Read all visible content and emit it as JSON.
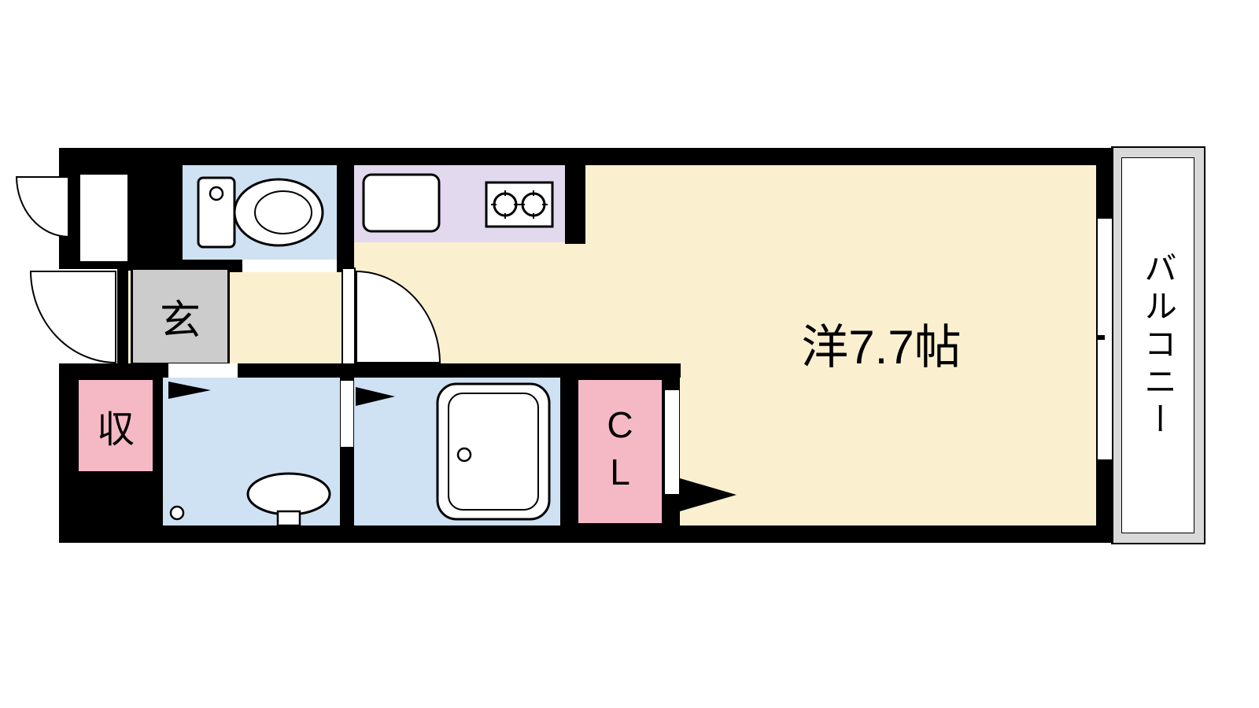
{
  "floorplan": {
    "main_room": {
      "label": "洋7.7帖"
    },
    "balcony": {
      "label": "バルコニー"
    },
    "entrance": {
      "label": "玄"
    },
    "storage": {
      "label": "収"
    },
    "closet": {
      "label": "CL"
    },
    "colors": {
      "wall": "#000000",
      "main_room_fill": "#faf0d0",
      "wet_area_fill": "#cfe2f4",
      "kitchen_fill": "#e2d9ee",
      "closet_fill": "#f5b9c6",
      "entrance_fill": "#cccccc",
      "balcony_fill": "#d9d9d9"
    },
    "icons": {
      "toilet": "toilet-top-view",
      "kitchen_sink": "sink-rounded-square",
      "stove": "two-burner-stove",
      "bathtub": "bathtub-top-view",
      "washbasin": "washbasin-oval",
      "doors": "quarter-circle-swing",
      "arrows": "black-triangle-door-direction"
    }
  }
}
